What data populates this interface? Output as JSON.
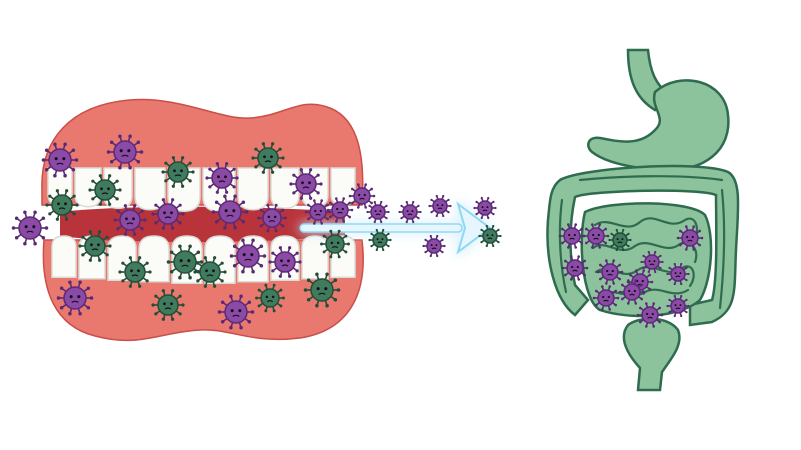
{
  "illustration": {
    "subject_left": "mouth-with-teeth-and-bacteria",
    "subject_right": "digestive-tract-with-bacteria",
    "arrow": "glowing-arrow-right"
  },
  "colors": {
    "background": "#ffffff",
    "gum": "#e9786f",
    "gum_light": "#f3a69c",
    "gum_dark": "#c94f4a",
    "tooth": "#fbfbf7",
    "tooth_shadow": "#d9dcd6",
    "tongue": "#b8343a",
    "gut_fill": "#8cc39c",
    "gut_stroke": "#2f6b4e",
    "gut_dark": "#5e9c78",
    "bacteria_purple": "#8a4aa6",
    "bacteria_purple_dark": "#5b2a76",
    "bacteria_green": "#3f7c5e",
    "bacteria_green_dark": "#244d39",
    "arrow": "#e6f6ff",
    "arrow_glow": "#8fd8f2"
  },
  "icons": {
    "bacteria": "virus-face-icon",
    "arrow": "arrow-right-icon"
  }
}
